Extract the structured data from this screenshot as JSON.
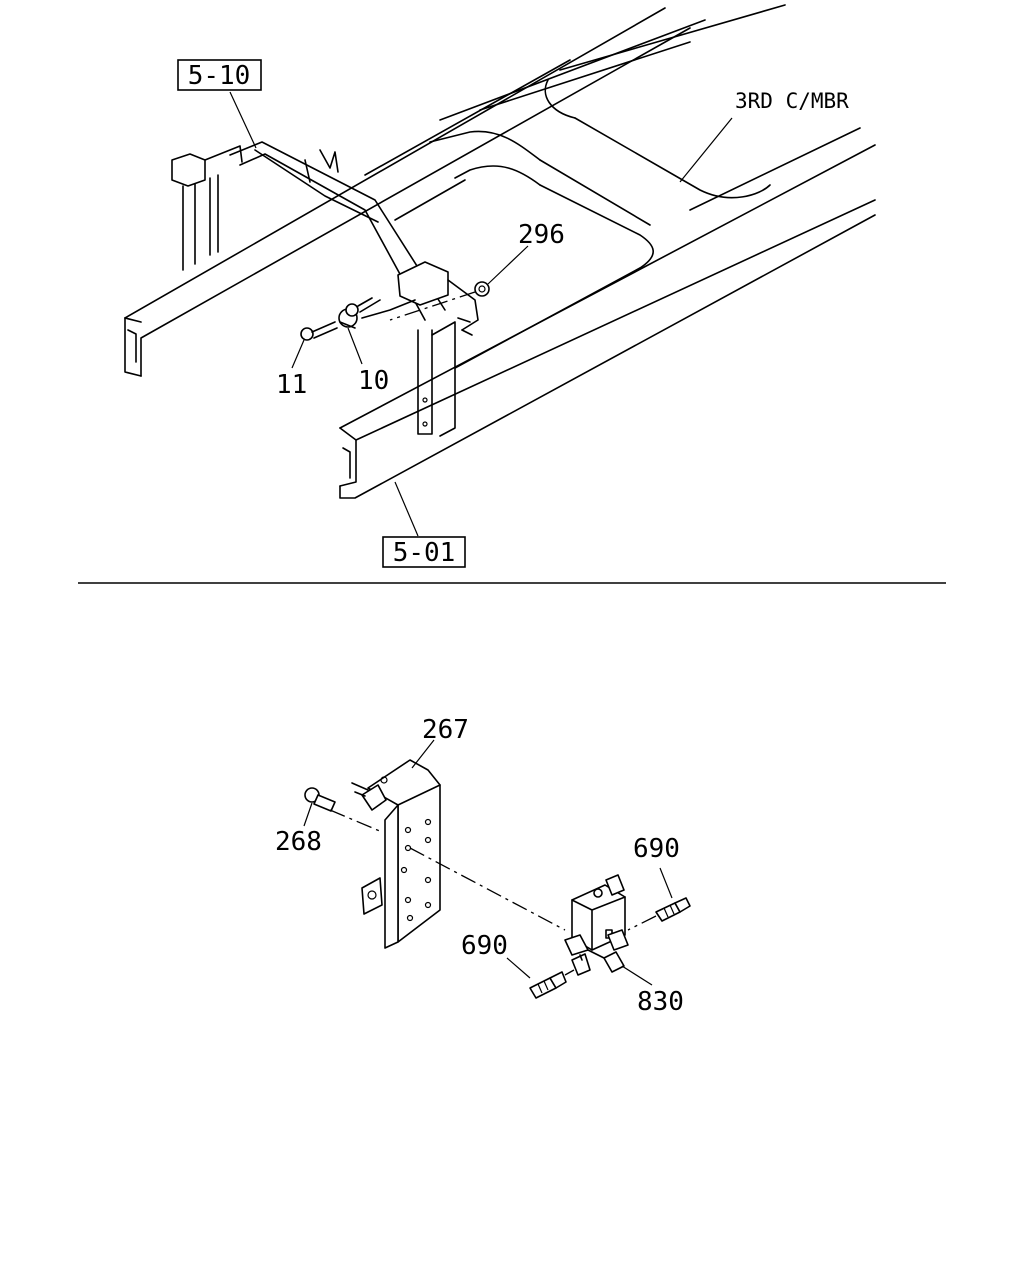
{
  "top_view": {
    "ref_5_10": "5-10",
    "ref_5_01": "5-01",
    "crossmember_label": "3RD C/MBR",
    "part_296": "296",
    "part_10": "10",
    "part_11": "11"
  },
  "bottom_view": {
    "part_267": "267",
    "part_268": "268",
    "part_690_right": "690",
    "part_690_left": "690",
    "part_830": "830"
  }
}
